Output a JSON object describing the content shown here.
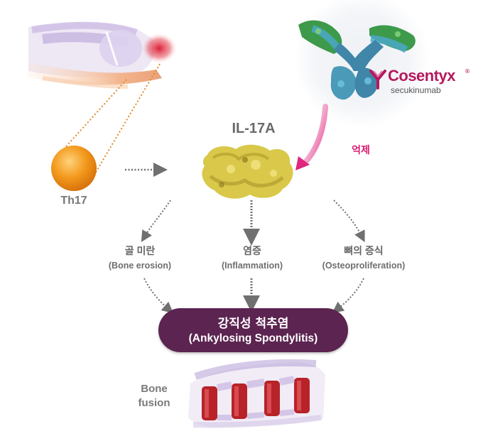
{
  "cell": {
    "label": "Th17"
  },
  "cytokine": {
    "label": "IL-17A"
  },
  "inhibition": {
    "label": "억제"
  },
  "drug": {
    "brand": "Cosentyx",
    "generic": "secukinumab",
    "registered": "®"
  },
  "effects": [
    {
      "ko": "골 미란",
      "en": "(Bone erosion)"
    },
    {
      "ko": "염증",
      "en": "(Inflammation)"
    },
    {
      "ko": "뼈의 증식",
      "en": "(Osteoproliferation)"
    }
  ],
  "disease": {
    "ko": "강직성 척추염",
    "en": "(Ankylosing Spondylitis)"
  },
  "outcome": {
    "line1": "Bone",
    "line2": "fusion"
  },
  "colors": {
    "inhibit_arrow": "#e0267f",
    "disease_pill": "#5c2450",
    "th17_cell": "#f39a1e",
    "il17a_protein": "#d9c84a",
    "antibody_blue": "#4a9ab8",
    "antibody_green": "#3c9a4a",
    "brand_magenta": "#b5195e"
  }
}
